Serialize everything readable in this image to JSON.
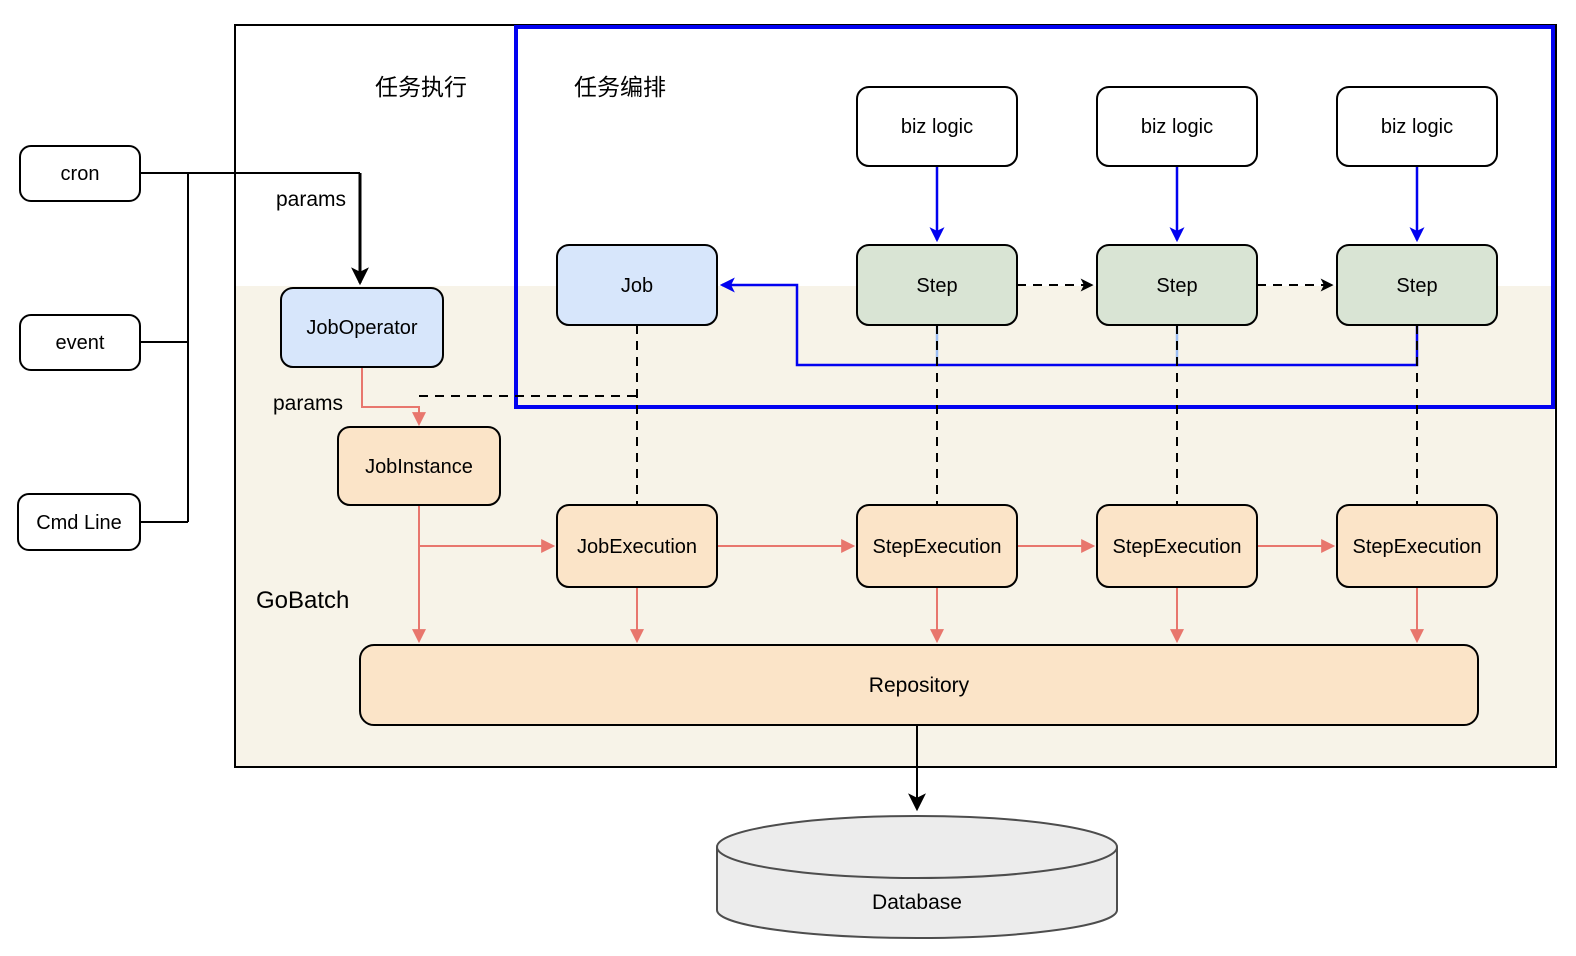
{
  "sources": {
    "cron": "cron",
    "event": "event",
    "cmdline": "Cmd Line"
  },
  "regions": {
    "execution_label": "任务执行",
    "orchestration_label": "任务编排",
    "engine_label": "GoBatch"
  },
  "edge_labels": {
    "params_top": "params",
    "params_mid": "params"
  },
  "nodes": {
    "job_operator": "JobOperator",
    "job_instance": "JobInstance",
    "job": "Job",
    "biz_logic": [
      "biz logic",
      "biz logic",
      "biz logic"
    ],
    "steps": [
      "Step",
      "Step",
      "Step"
    ],
    "job_execution": "JobExecution",
    "step_executions": [
      "StepExecution",
      "StepExecution",
      "StepExecution"
    ],
    "repository": "Repository",
    "database": "Database"
  },
  "colors": {
    "orchestration_border_blue": "#0202f0",
    "node_fill_blue": "#d7e6fb",
    "node_fill_green": "#d9e4d4",
    "node_fill_orange": "#fbe4c8",
    "panel_beige": "#f7f3e8",
    "edge_red": "#e8766d",
    "edge_blue": "#0202f0",
    "edge_light_blue": "#9cbef5",
    "database_gray": "#ececec",
    "line_black": "#000000"
  }
}
